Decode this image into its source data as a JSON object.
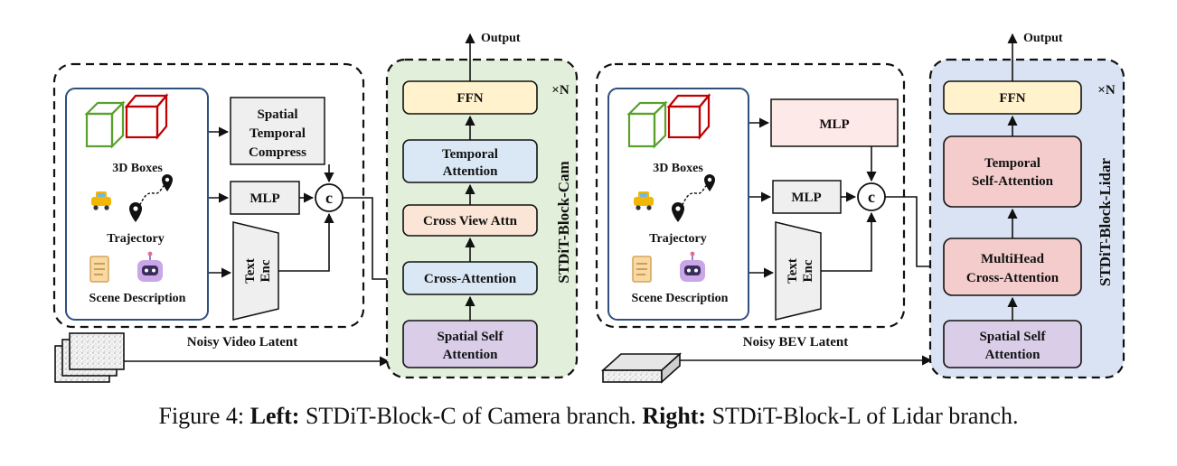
{
  "left": {
    "inputs": {
      "boxes_label": "3D Boxes",
      "trajectory_label": "Trajectory",
      "scene_label": "Scene Description"
    },
    "stc": [
      "Spatial",
      "Temporal",
      "Compress"
    ],
    "mlp": "MLP",
    "text_enc": [
      "Text",
      "Enc"
    ],
    "concat": "c",
    "latent_label": "Noisy Video Latent",
    "block": {
      "ffn": "FFN",
      "temporal": [
        "Temporal",
        "Attention"
      ],
      "cross_view": "Cross View Attn",
      "cross": "Cross-Attention",
      "spatial": [
        "Spatial Self",
        "Attention"
      ],
      "repeat": "×N",
      "output": "Output",
      "side_label": "STDiT-Block-Cam"
    }
  },
  "right": {
    "inputs": {
      "boxes_label": "3D Boxes",
      "trajectory_label": "Trajectory",
      "scene_label": "Scene Description"
    },
    "mlp_top": "MLP",
    "mlp": "MLP",
    "text_enc": [
      "Text",
      "Enc"
    ],
    "concat": "c",
    "latent_label": "Noisy BEV Latent",
    "block": {
      "ffn": "FFN",
      "temporal": [
        "Temporal",
        "Self-Attention"
      ],
      "cross": [
        "MultiHead",
        "Cross-Attention"
      ],
      "spatial": [
        "Spatial Self",
        "Attention"
      ],
      "repeat": "×N",
      "output": "Output",
      "side_label": "STDiT-Block-Lidar"
    }
  },
  "caption": {
    "prefix": "Figure 4: ",
    "left_bold": "Left:",
    "left_text": " STDiT-Block-C of Camera branch. ",
    "right_bold": "Right:",
    "right_text": " STDiT-Block-L of Lidar branch."
  },
  "colors": {
    "cam_block_bg": "#e2efda",
    "lidar_block_bg": "#dae3f3",
    "ffn": "#fff2cc",
    "temporal_cam": "#dae8f5",
    "cross_view": "#fbe5d6",
    "cross_cam": "#dae8f5",
    "spatial": "#d9cde8",
    "lidar_pink": "#f4cccc",
    "mlp_pink": "#fde9e7",
    "gray_box": "#efefef",
    "input_border": "#2f4f7f",
    "cube_green": "#5aa02c",
    "cube_red": "#c00000"
  }
}
